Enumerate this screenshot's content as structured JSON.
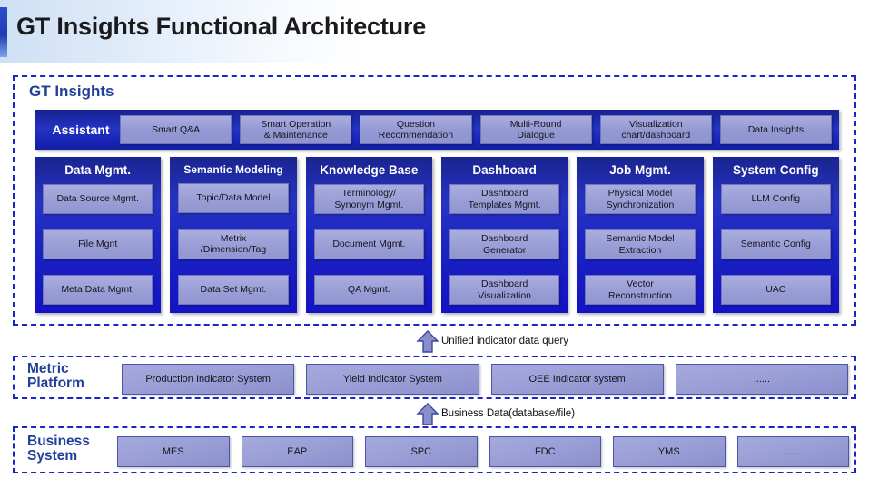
{
  "header": {
    "title": "GT Insights Functional Architecture"
  },
  "gt_insights": {
    "label": "GT Insights",
    "assistant": {
      "title": "Assistant",
      "tiles": [
        "Smart Q&A",
        "Smart Operation\n& Maintenance",
        "Question\nRecommendation",
        "Multi-Round\nDialogue",
        "Visualization\nchart/dashboard",
        "Data Insights"
      ]
    },
    "columns": [
      {
        "title": "Data Mgmt.",
        "items": [
          "Data Source Mgmt.",
          "File Mgnt",
          "Meta Data Mgmt."
        ]
      },
      {
        "title": "Semantic Modeling",
        "items": [
          "Topic/Data Model",
          "Metrix\n/Dimension/Tag",
          "Data Set Mgmt."
        ]
      },
      {
        "title": "Knowledge Base",
        "items": [
          "Terminology/\nSynonym Mgmt.",
          "Document Mgmt.",
          "QA Mgmt."
        ]
      },
      {
        "title": "Dashboard",
        "items": [
          "Dashboard\nTemplates Mgmt.",
          "Dashboard\nGenerator",
          "Dashboard\nVisualization"
        ]
      },
      {
        "title": "Job Mgmt.",
        "items": [
          "Physical Model\nSynchronization",
          "Semantic Model\nExtraction",
          "Vector\nReconstruction"
        ]
      },
      {
        "title": "System Config",
        "items": [
          "LLM Config",
          "Semantic Config",
          "UAC"
        ]
      }
    ]
  },
  "connectors": [
    {
      "label": "Unified indicator data query",
      "icon": "arrow-up-icon"
    },
    {
      "label": "Business Data(database/file)",
      "icon": "arrow-up-icon"
    }
  ],
  "metric_platform": {
    "label": "Metric\nPlatform",
    "tiles": [
      "Production Indicator System",
      "Yield Indicator System",
      "OEE Indicator system",
      "......"
    ]
  },
  "business_system": {
    "label": "Business\nSystem",
    "tiles": [
      "MES",
      "EAP",
      "SPC",
      "FDC",
      "YMS",
      "......"
    ]
  },
  "colors": {
    "dashed_border": "#1a24c8",
    "section_label": "#21409a",
    "column_dark_blue": "#1a22c0",
    "tile_periwinkle": "#9a9ed6",
    "arrow_fill": "#8a8fc8",
    "arrow_stroke": "#3a46a5",
    "title_accent": "#2b4fd0"
  }
}
